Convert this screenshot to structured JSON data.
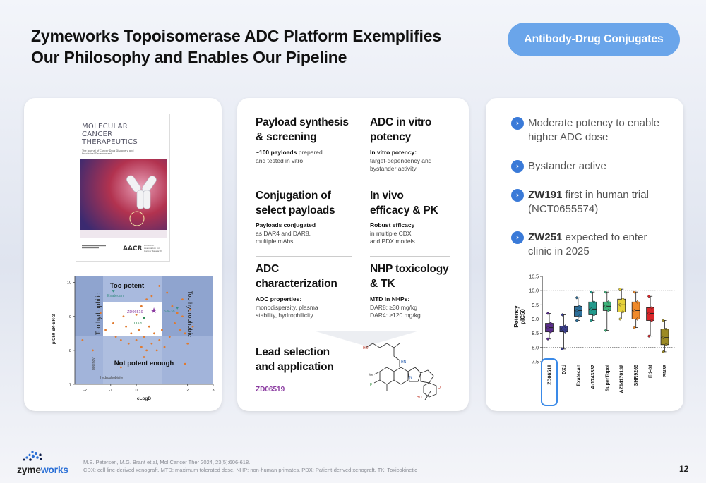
{
  "header": {
    "title_line1": "Zymeworks Topoisomerase ADC Platform Exemplifies",
    "title_line2": "Our Philosophy and Enables Our Pipeline",
    "pill": "Antibody-Drug Conjugates"
  },
  "cover": {
    "title_line1": "MOLECULAR",
    "title_line2": "CANCER",
    "title_line3": "THERAPEUTICS",
    "subtitle": "The Journal of Cancer Drug Discovery and Preclinical Development",
    "logo": "AACR",
    "logo_sub": "American Association for Cancer Research"
  },
  "scatter": {
    "region_too_potent": "Too potent",
    "region_not_potent": "Not potent enough",
    "region_hydrophilic": "Too hydrophilic",
    "region_hydrophobic": "Too hydrophobic",
    "label_exatecan": "Exatecan",
    "label_zd06519": "ZD06519",
    "label_dxd": "DXd",
    "label_sn38": "SN-38",
    "xlabel": "cLogD",
    "ylabel": "pIC50 SK-BR-3",
    "inner_x": "hydrophobicity",
    "inner_y": "potency",
    "xticks": [
      "-2",
      "-1",
      "0",
      "1",
      "2",
      "3"
    ],
    "yticks": [
      "10",
      "9",
      "8",
      "7"
    ]
  },
  "steps": [
    {
      "title": "Payload synthesis & screening",
      "title_l1": "Payload synthesis",
      "title_l2": "& screening",
      "bold": "~100 payloads",
      "text_l1": " prepared",
      "text_l2": "and tested in vitro"
    },
    {
      "title_l1": "ADC in vitro",
      "title_l2": "potency",
      "bold": "In vitro potency:",
      "text_l1": "target-dependency and",
      "text_l2": "bystander activity"
    },
    {
      "title_l1": "Conjugation of",
      "title_l2": "select payloads",
      "bold": "Payloads conjugated",
      "text_l1": "as DAR4 and DAR8,",
      "text_l2": "multiple mAbs"
    },
    {
      "title_l1": "In vivo",
      "title_l2": "efficacy & PK",
      "bold": "Robust efficacy",
      "text_l1": "in multiple CDX",
      "text_l2": "and PDX models"
    },
    {
      "title_l1": "ADC",
      "title_l2": "characterization",
      "bold": "ADC properties:",
      "text_l1": "monodispersity, plasma",
      "text_l2": "stability, hydrophilicity"
    },
    {
      "title_l1": "NHP toxicology",
      "title_l2": "& TK",
      "bold": "MTD in NHPs:",
      "text_l1": "DAR8: ≥30 mg/kg",
      "text_l2": "DAR4: ≥120 mg/kg"
    }
  ],
  "lead": {
    "title_l1": "Lead selection",
    "title_l2": "and application",
    "compound": "ZD06519"
  },
  "bullets": [
    {
      "l1": "Moderate potency to enable",
      "l2": "higher ADC dose"
    },
    {
      "l1": "Bystander active"
    },
    {
      "bold": "ZW191",
      "l1": " first in human trial",
      "l2": "(NCT0655574)"
    },
    {
      "bold": "ZW251",
      "l1": " expected to enter",
      "l2": "clinic in 2025"
    }
  ],
  "chart_data": {
    "type": "box",
    "ylabel_line1": "Potency",
    "ylabel_line2": "pIC50",
    "ylim": [
      7.5,
      10.5
    ],
    "yticks": [
      "10.5",
      "10.0",
      "9.5",
      "9.0",
      "8.5",
      "8.0",
      "7.5"
    ],
    "categories": [
      "ZD06519",
      "DXd",
      "Exatecan",
      "A-1743332",
      "SuperTopoI",
      "AZ14170132",
      "SHR9265",
      "Ed-04",
      "SN38"
    ],
    "colors": [
      "#5b2d8c",
      "#3b3f8f",
      "#2d6f9a",
      "#229a8c",
      "#3db37a",
      "#e7d23a",
      "#f08a2a",
      "#d9262a",
      "#9c8a24"
    ],
    "stats": [
      {
        "min": 8.3,
        "q1": 8.55,
        "median": 8.7,
        "q3": 8.85,
        "max": 9.2
      },
      {
        "min": 7.95,
        "q1": 8.55,
        "median": 8.65,
        "q3": 8.75,
        "max": 9.15
      },
      {
        "min": 8.95,
        "q1": 9.1,
        "median": 9.3,
        "q3": 9.45,
        "max": 9.75
      },
      {
        "min": 8.95,
        "q1": 9.15,
        "median": 9.35,
        "q3": 9.6,
        "max": 9.95
      },
      {
        "min": 8.6,
        "q1": 9.3,
        "median": 9.45,
        "q3": 9.6,
        "max": 9.95
      },
      {
        "min": 9.0,
        "q1": 9.25,
        "median": 9.5,
        "q3": 9.7,
        "max": 10.05
      },
      {
        "min": 8.7,
        "q1": 9.0,
        "median": 9.3,
        "q3": 9.6,
        "max": 9.95
      },
      {
        "min": 8.4,
        "q1": 8.95,
        "median": 9.2,
        "q3": 9.4,
        "max": 9.8
      },
      {
        "min": 7.85,
        "q1": 8.1,
        "median": 8.35,
        "q3": 8.65,
        "max": 8.95
      }
    ],
    "highlight": "ZD06519",
    "grid": "dotted at 10.0, 9.0, 8.0"
  },
  "footer": {
    "logo_a": "zyme",
    "logo_b": "works",
    "ref1": "M.E. Petersen, M.G. Brant et al, Mol Cancer Ther 2024, 23(5):606-618.",
    "ref2": "CDX: cell line-derived xenograft, MTD: maximum tolerated dose, NHP: non-human primates, PDX: Patient-derived xenograft, TK: Toxicokinetic",
    "page": "12"
  }
}
